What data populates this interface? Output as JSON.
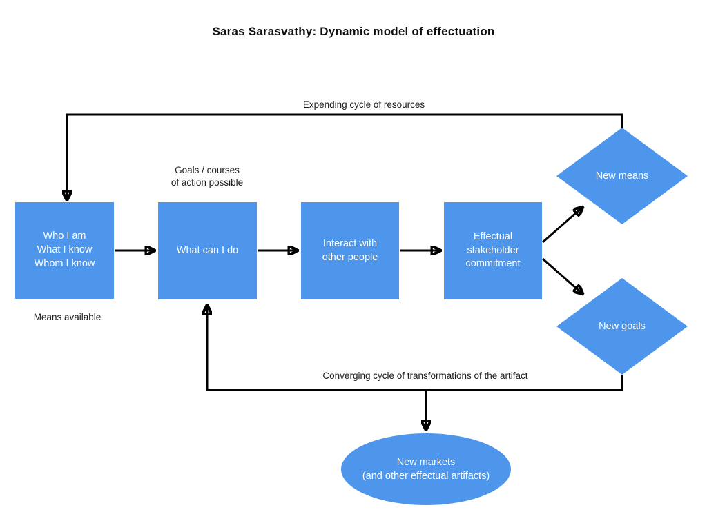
{
  "title": "Saras Sarasvathy: Dynamic model of effectuation",
  "colors": {
    "node_fill": "#4D96EB",
    "connector": "#000000",
    "node_text": "#FFFFFF",
    "label_text": "#1A1A1A",
    "background": "#FFFFFF"
  },
  "cycle_labels": {
    "expending": "Expending cycle of resources",
    "converging": "Converging cycle of transformations of the artifact"
  },
  "annotations": {
    "means_available": "Means available",
    "goals_possible": "Goals / courses\nof action possible"
  },
  "nodes": {
    "means": {
      "shape": "rectangle",
      "text": "Who I am\nWhat I know\nWhom I know"
    },
    "action": {
      "shape": "rectangle",
      "text": "What can I do"
    },
    "interact": {
      "shape": "rectangle",
      "text": "Interact with\nother people"
    },
    "commitment": {
      "shape": "rectangle",
      "text": "Effectual\nstakeholder\ncommitment"
    },
    "new_means": {
      "shape": "diamond",
      "text": "New means"
    },
    "new_goals": {
      "shape": "diamond",
      "text": "New goals"
    },
    "new_markets": {
      "shape": "ellipse",
      "text": "New markets\n(and other effectual artifacts)"
    }
  }
}
